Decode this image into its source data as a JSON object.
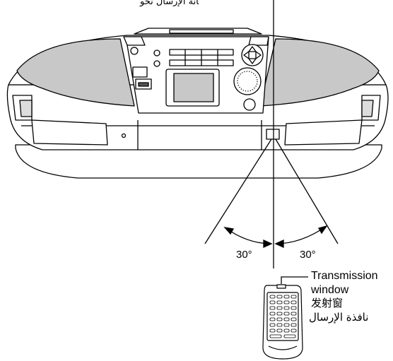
{
  "labels": {
    "top_partial": "ﺎﻧﺔ ﺍﻹﺭﺳﺎﻝ ﻧﺤﻮ",
    "angle_left": "30°",
    "angle_right": "30°",
    "transmission_en_line1": "Transmission",
    "transmission_en_line2": "window",
    "transmission_zh": "发射窗",
    "transmission_ar": "نافذة الإرسال"
  }
}
